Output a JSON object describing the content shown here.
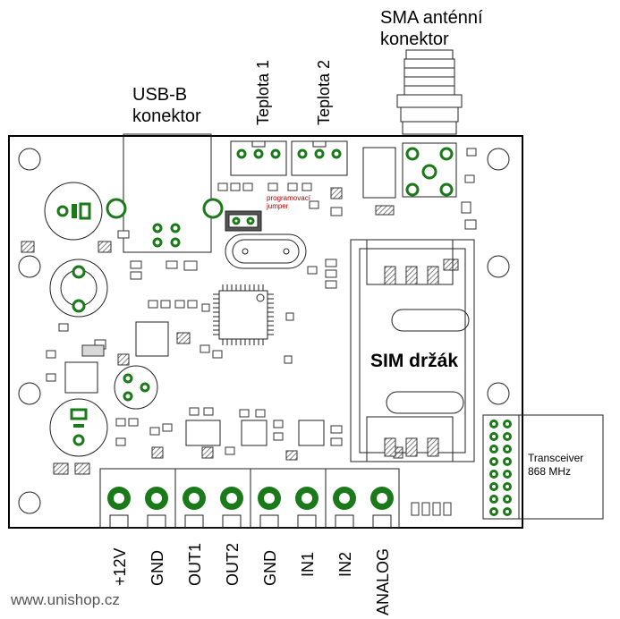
{
  "labels": {
    "sma": [
      "SMA anténní",
      "konektor"
    ],
    "usb": [
      "USB-B",
      "konektor"
    ],
    "teplota1": "Teplota 1",
    "teplota2": "Teplota 2",
    "prog": [
      "programovací",
      "jumper"
    ],
    "sim": "SIM držák",
    "transceiver": [
      "Transceiver",
      "868 MHz"
    ],
    "terminals": [
      "+12V",
      "GND",
      "OUT1",
      "OUT2",
      "GND",
      "IN1",
      "IN2",
      "ANALOG"
    ],
    "website": "www.unishop.cz"
  },
  "colors": {
    "pad": "#1a7a1a",
    "board_outline": "#000000",
    "prog_text": "#b00000"
  }
}
